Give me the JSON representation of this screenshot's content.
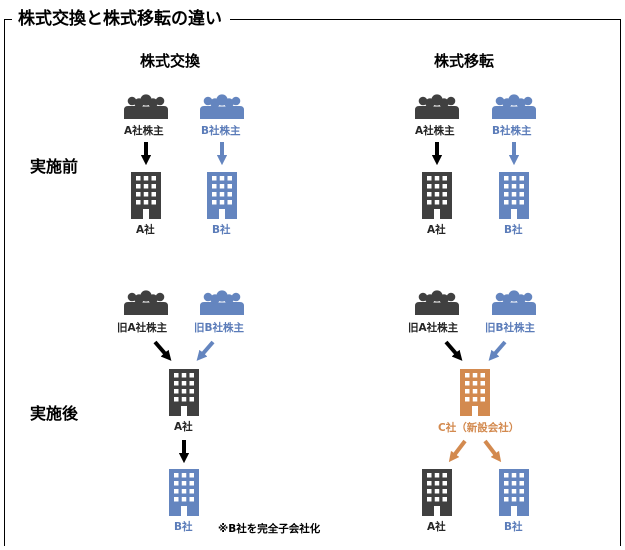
{
  "title": "株式交換と株式移転の違い",
  "columns": {
    "left": "株式交換",
    "right": "株式移転"
  },
  "rows": {
    "before": "実施前",
    "after": "実施後"
  },
  "labels": {
    "a_shareholders": "A社株主",
    "b_shareholders": "B社株主",
    "old_a_shareholders": "旧A社株主",
    "old_b_shareholders": "旧B社株主",
    "a_company": "A社",
    "b_company": "B社",
    "c_company": "C社（新設会社）"
  },
  "note": "※B社を完全子会社化",
  "colors": {
    "dark": "#404040",
    "blue": "#6485bf",
    "orange": "#d38a4f",
    "arrow_black": "#000000"
  }
}
